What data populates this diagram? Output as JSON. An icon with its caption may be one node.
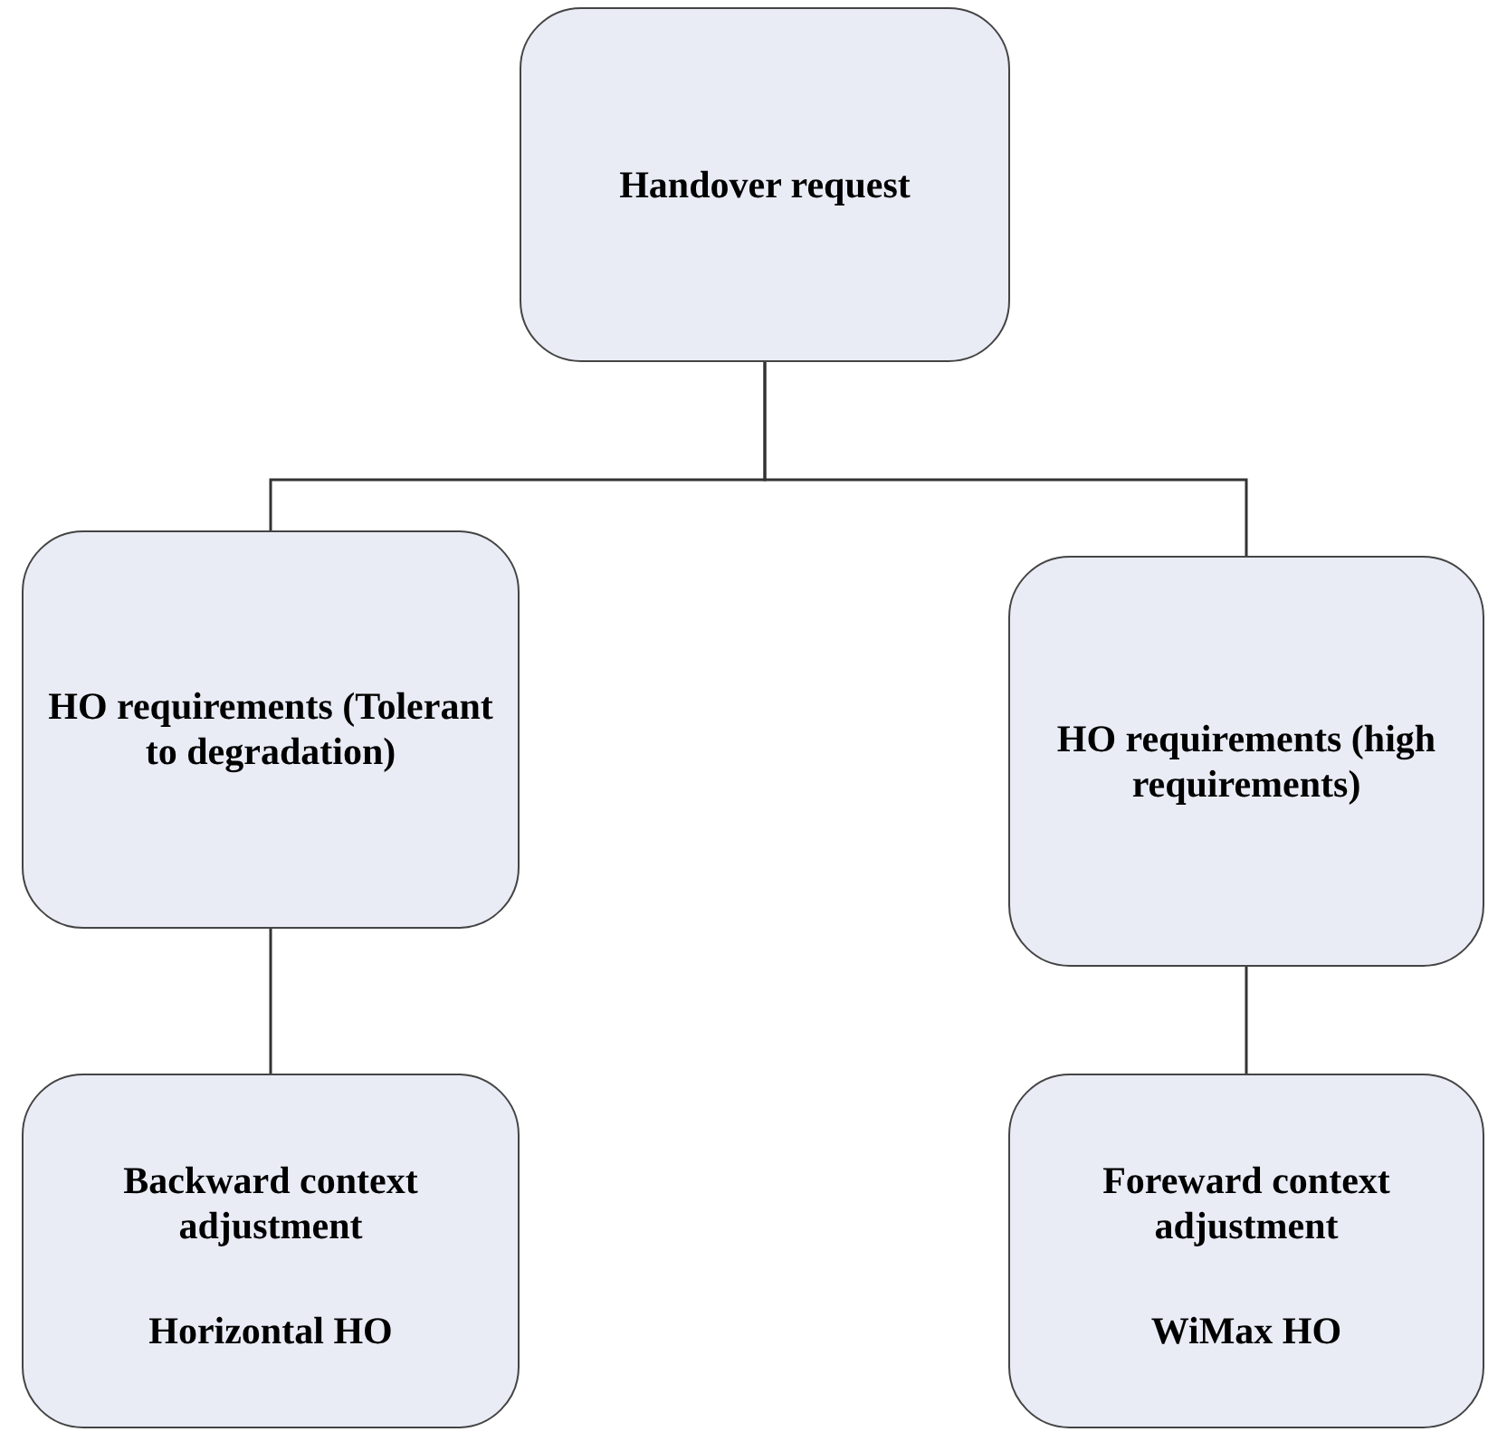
{
  "diagram": {
    "nodes": [
      {
        "text": [
          "Handover request"
        ]
      },
      {
        "text": [
          "HO requirements (Tolerant to degradation)"
        ]
      },
      {
        "text": [
          "HO requirements (high requirements)"
        ]
      },
      {
        "text": [
          "Backward context adjustment",
          "Horizontal HO"
        ]
      },
      {
        "text": [
          "Foreward context adjustment",
          "WiMax HO"
        ]
      }
    ],
    "edges": [
      {
        "from": 0,
        "to": 1,
        "arrow": "none"
      },
      {
        "from": 0,
        "to": 2,
        "arrow": "none"
      },
      {
        "from": 1,
        "to": 3,
        "arrow": "none"
      },
      {
        "from": 2,
        "to": 4,
        "arrow": "none"
      }
    ]
  }
}
